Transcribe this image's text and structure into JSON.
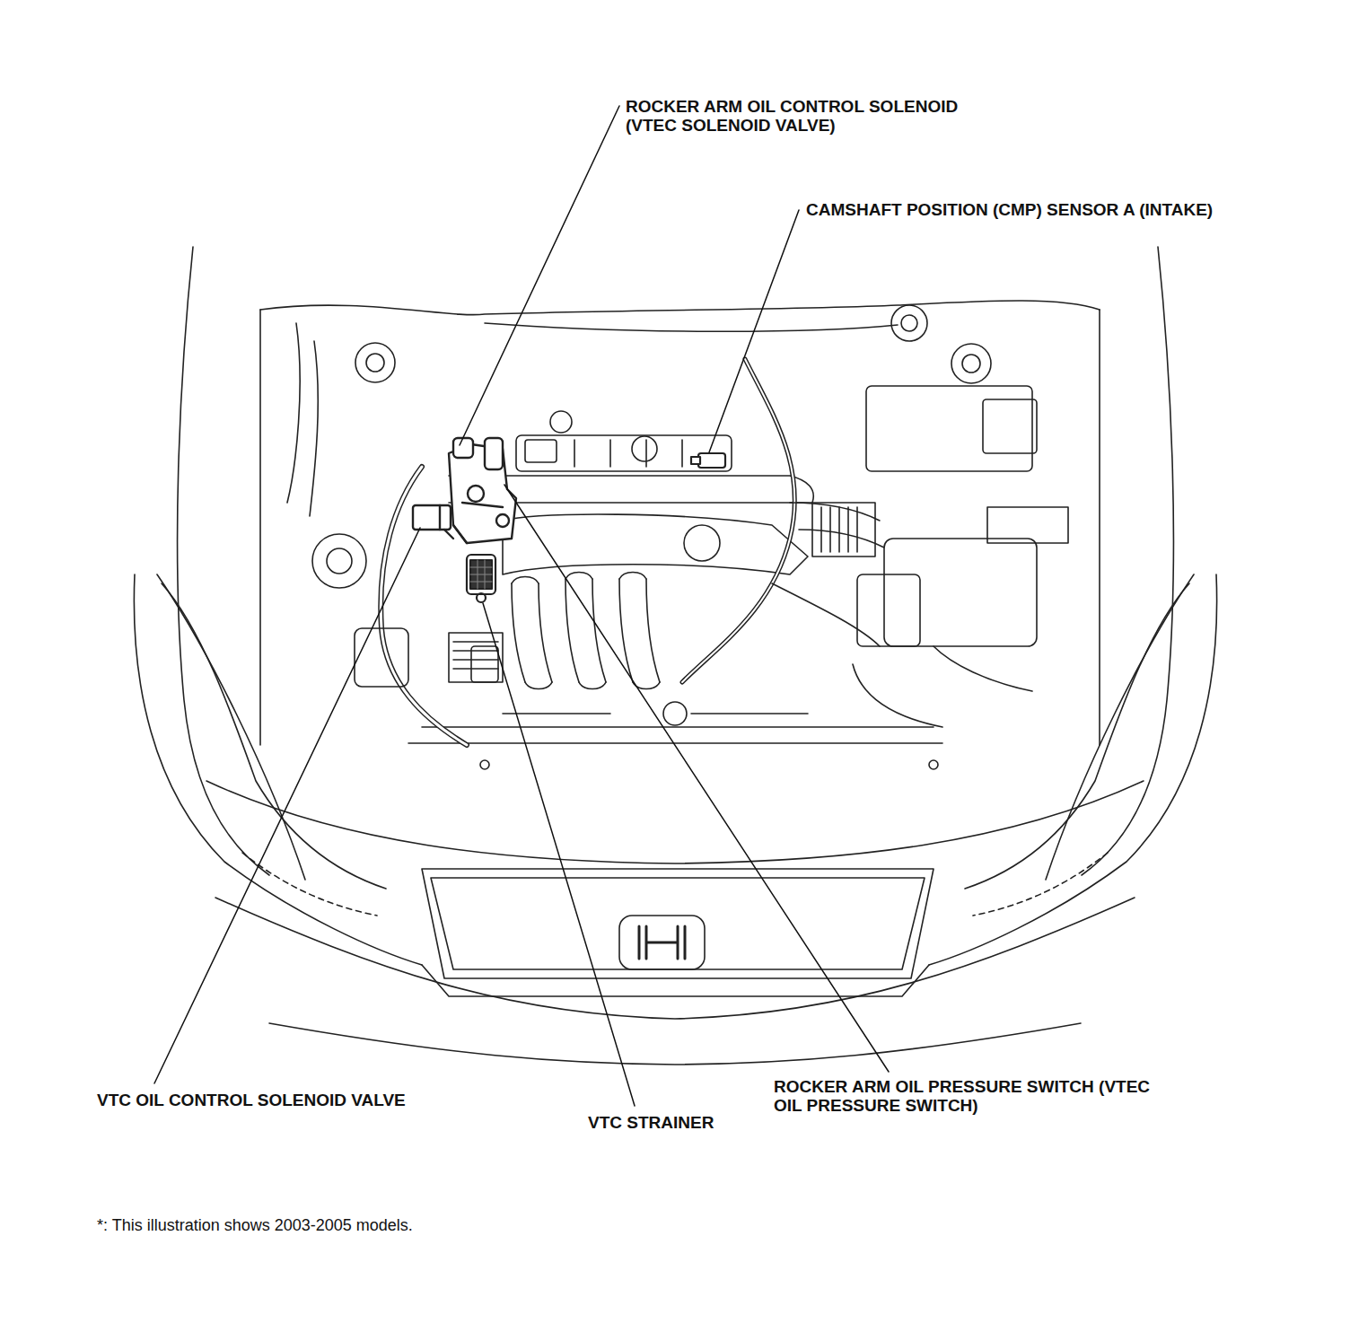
{
  "diagram": {
    "caption": "*: This illustration shows 2003-2005 models.",
    "labels": [
      "ROCKER ARM OIL CONTROL SOLENOID (VTEC SOLENOID VALVE)",
      "CAMSHAFT POSITION (CMP) SENSOR A (INTAKE)",
      "VTC OIL CONTROL SOLENOID VALVE",
      "VTC STRAINER",
      "ROCKER ARM OIL PRESSURE SWITCH (VTEC OIL PRESSURE SWITCH)"
    ]
  }
}
